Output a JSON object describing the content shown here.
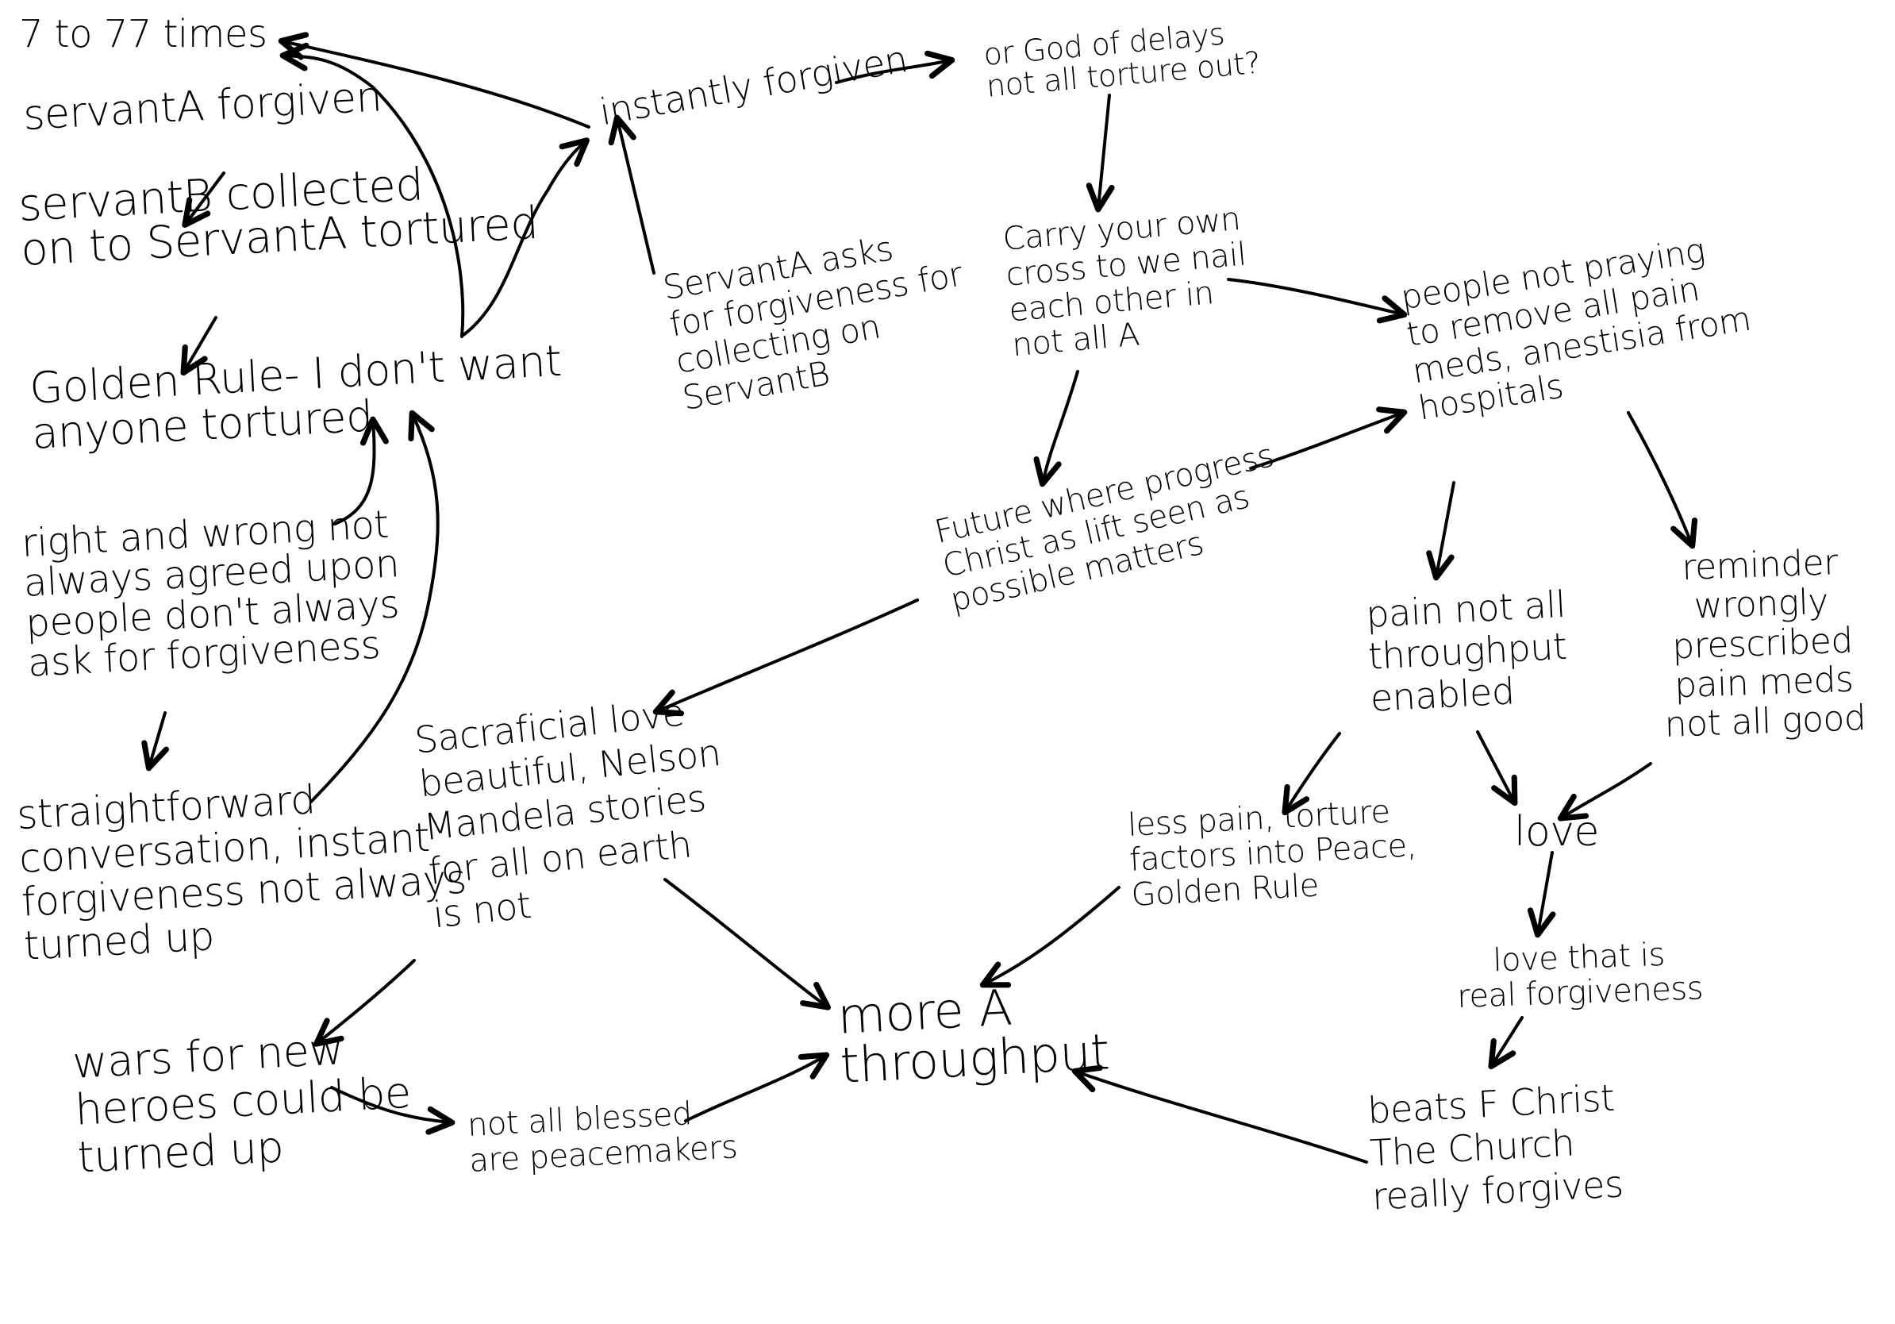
{
  "diagram": {
    "type": "hand-drawn concept map",
    "background": "#ffffff",
    "ink": "#000000",
    "nodes": [
      {
        "id": "seven-to-77",
        "lines": [
          "7 to 77  times"
        ]
      },
      {
        "id": "servant-a-forgiven",
        "lines": [
          "servantA  forgiven"
        ]
      },
      {
        "id": "servant-b-collected",
        "lines": [
          "servantB collected",
          "on to ServantA tortured"
        ]
      },
      {
        "id": "golden-rule",
        "lines": [
          "Golden Rule- I don't want",
          "anyone tortured"
        ]
      },
      {
        "id": "right-and-wrong",
        "lines": [
          "right and wrong not",
          "always agreed upon",
          "people don't always",
          "ask for forgiveness"
        ]
      },
      {
        "id": "straightforward",
        "lines": [
          "straightforward",
          "conversation, instant",
          "forgiveness not always",
          "turned up"
        ]
      },
      {
        "id": "instantly-forgiven",
        "lines": [
          "instantly forgiven"
        ]
      },
      {
        "id": "servant-a-asks",
        "lines": [
          "ServantA  asks",
          "for forgiveness for",
          "collecting on",
          "ServantB"
        ]
      },
      {
        "id": "god-of-delays",
        "lines": [
          "or God of delays",
          "not all torture out?"
        ]
      },
      {
        "id": "carry-cross",
        "lines": [
          "Carry your own",
          "cross to we nail",
          "each other in",
          "not all A"
        ]
      },
      {
        "id": "people-not-praying",
        "lines": [
          "people not praying",
          "to remove all pain",
          "meds, anestisia from",
          "hospitals"
        ]
      },
      {
        "id": "future-progress",
        "lines": [
          "Future where progress",
          "Christ as lift seen as",
          "possible matters"
        ]
      },
      {
        "id": "sacrificial-love",
        "lines": [
          "Sacraficial love",
          "beautiful, Nelson",
          "Mandela  stories",
          "for all on earth",
          "is not"
        ]
      },
      {
        "id": "pain-not-all",
        "lines": [
          "pain not all",
          "throughput",
          "enabled"
        ]
      },
      {
        "id": "reminder",
        "lines": [
          "reminder",
          "wrongly",
          "prescribed",
          "pain meds",
          "not all good"
        ]
      },
      {
        "id": "less-pain",
        "lines": [
          "less pain, torture",
          "factors into Peace,",
          "Golden Rule"
        ]
      },
      {
        "id": "love",
        "lines": [
          "love"
        ]
      },
      {
        "id": "love-real-forgiveness",
        "lines": [
          "love that is",
          "real forgiveness"
        ]
      },
      {
        "id": "more-a-throughput",
        "lines": [
          "more A",
          "throughput"
        ]
      },
      {
        "id": "wars-new-heroes",
        "lines": [
          "wars for new",
          "heroes could be",
          "turned up"
        ]
      },
      {
        "id": "not-all-blessed",
        "lines": [
          "not all blessed",
          "are peacemakers"
        ]
      },
      {
        "id": "beats-f-christ",
        "lines": [
          "beats  F Christ",
          "The Church",
          "really forgives"
        ]
      }
    ],
    "edges": [
      {
        "from": "instantly-forgiven",
        "to": "seven-to-77"
      },
      {
        "from": "golden-rule",
        "to": "seven-to-77"
      },
      {
        "from": "golden-rule",
        "to": "instantly-forgiven"
      },
      {
        "from": "servant-a-forgiven",
        "to": "servant-b-collected"
      },
      {
        "from": "servant-b-collected",
        "to": "golden-rule"
      },
      {
        "from": "right-and-wrong",
        "to": "golden-rule"
      },
      {
        "from": "straightforward",
        "to": "golden-rule"
      },
      {
        "from": "right-and-wrong",
        "to": "straightforward"
      },
      {
        "from": "servant-a-asks",
        "to": "instantly-forgiven"
      },
      {
        "from": "instantly-forgiven",
        "to": "god-of-delays"
      },
      {
        "from": "god-of-delays",
        "to": "carry-cross"
      },
      {
        "from": "carry-cross",
        "to": "people-not-praying"
      },
      {
        "from": "carry-cross",
        "to": "future-progress"
      },
      {
        "from": "future-progress",
        "to": "people-not-praying"
      },
      {
        "from": "future-progress",
        "to": "sacrificial-love"
      },
      {
        "from": "people-not-praying",
        "to": "pain-not-all"
      },
      {
        "from": "people-not-praying",
        "to": "reminder"
      },
      {
        "from": "pain-not-all",
        "to": "less-pain"
      },
      {
        "from": "pain-not-all",
        "to": "love"
      },
      {
        "from": "reminder",
        "to": "love"
      },
      {
        "from": "love",
        "to": "love-real-forgiveness"
      },
      {
        "from": "love-real-forgiveness",
        "to": "beats-f-christ"
      },
      {
        "from": "beats-f-christ",
        "to": "more-a-throughput"
      },
      {
        "from": "less-pain",
        "to": "more-a-throughput"
      },
      {
        "from": "sacrificial-love",
        "to": "more-a-throughput"
      },
      {
        "from": "sacrificial-love",
        "to": "wars-new-heroes"
      },
      {
        "from": "wars-new-heroes",
        "to": "not-all-blessed"
      },
      {
        "from": "not-all-blessed",
        "to": "more-a-throughput"
      }
    ]
  }
}
